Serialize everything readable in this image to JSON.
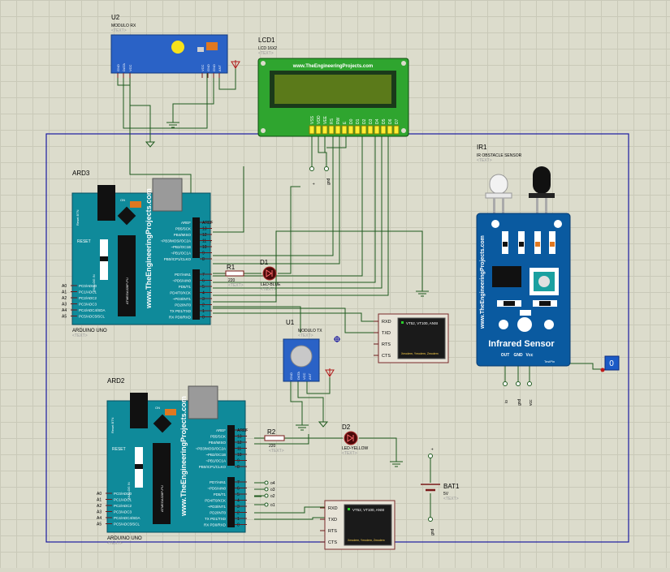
{
  "u2": {
    "ref": "U2",
    "name": "MODULO RX",
    "text": "<TEXT>",
    "pins": [
      "GND",
      "DATA",
      "VCC",
      "VCC",
      "GND",
      "GND",
      "ANT"
    ]
  },
  "lcd1": {
    "ref": "LCD1",
    "name": "LCD 16X2",
    "text": "<TEXT>",
    "site": "www.TheEngineeringProjects.com",
    "pins": [
      "VSS",
      "VDD",
      "VEE",
      "RS",
      "RW",
      "E",
      "D0",
      "D1",
      "D2",
      "D3",
      "D4",
      "D5",
      "D6",
      "D7"
    ]
  },
  "ir1": {
    "ref": "IR1",
    "name": "IR OBSTACLE SENSOR",
    "text": "<TEXT>",
    "site": "www.TheEngineeringProjects.com",
    "title": "Infrared Sensor",
    "pins": [
      "OUT",
      "GND",
      "Vcc"
    ],
    "testpin": "TestPin",
    "probe": "0",
    "net_labels": [
      "io",
      "gnd",
      "vcc"
    ]
  },
  "ard3": {
    "ref": "ARD3",
    "name": "ARDUINO UNO",
    "text": "<TEXT>",
    "site": "www.TheEngineeringProjects.com",
    "top_pins": [
      "AREF",
      "13",
      "12",
      "11",
      "10",
      "9",
      "8"
    ],
    "top_labels": [
      "PB5/SCK",
      "PB4/MISO",
      "~PB3/MOSI/OC2A",
      "~PB2/OC1B",
      "~PB1/OC1A",
      "PB0/ICP1/CLKO"
    ],
    "bot_pins": [
      "7",
      "6",
      "5",
      "4",
      "3",
      "2",
      "1",
      "0"
    ],
    "bot_labels": [
      "PD7/AIN1",
      "~PD6/AIN0",
      "PD5/T1",
      "PD4/T0/XCK",
      "~PD3/INT1",
      "PD2/INT0",
      "TX PD1/TXD",
      "RX PD0/RXD"
    ],
    "analog": [
      "A0",
      "A1",
      "A2",
      "A3",
      "A4",
      "A5"
    ],
    "analog_labels": [
      "PC0/ADC0",
      "PC1/ADC1",
      "PC2/ADC2",
      "PC3/ADC3",
      "PC4/ADC4/SDA",
      "PC5/ADC5/SCL"
    ],
    "reset": "RESET",
    "reset_btn": "Reset BTN",
    "on": "ON",
    "chip": "ATMEGA328P-PU",
    "analog_in": "ANALOG IN"
  },
  "ard2": {
    "ref": "ARD2",
    "name": "ARDUINO UNO",
    "text": "<TEXT>",
    "site": "www.TheEngineeringProjects.com",
    "net_labels": [
      "o4",
      "o3",
      "o2",
      "o1"
    ]
  },
  "r1": {
    "ref": "R1",
    "value": "220",
    "text": "<TEXT>"
  },
  "d1": {
    "ref": "D1",
    "name": "LED-BLUE",
    "text": "<TEXT>"
  },
  "r2": {
    "ref": "R2",
    "value": "220",
    "text": "<TEXT>"
  },
  "d2": {
    "ref": "D2",
    "name": "LED-YELLOW",
    "text": "<TEXT>"
  },
  "u1": {
    "ref": "U1",
    "name": "MODULO TX",
    "text": "<TEXT>",
    "pins": [
      "GND",
      "DATA",
      "VCC",
      "ANT"
    ]
  },
  "bat1": {
    "ref": "BAT1",
    "value": "5V",
    "text": "<TEXT>",
    "net_top": "+",
    "net_bot": "gnd"
  },
  "vterm1": {
    "pins": [
      "RXD",
      "TXD",
      "RTS",
      "CTS"
    ],
    "screen": "VT52, VT100, ANSI",
    "footer": "Xmodem, Ymodem, Zmodem"
  },
  "vterm2": {
    "pins": [
      "RXD",
      "TXD",
      "RTS",
      "CTS"
    ],
    "screen": "VT52, VT100, ANSI",
    "footer": "Xmodem, Ymodem, Zmodem"
  },
  "lcd_nets": [
    "+",
    "gnd"
  ],
  "colors": {
    "board": "#0f8a9a",
    "lcd_green": "#2fa52f",
    "lcd_screen": "#5b7a1a",
    "pin_yellow": "#ffee33",
    "sensor_blue": "#0a5aa0",
    "border_blue": "#1a1aa0",
    "tx_blue": "#2a62c6",
    "wire": "#1e5a1e",
    "vterm_frame": "#7a2a2a"
  }
}
